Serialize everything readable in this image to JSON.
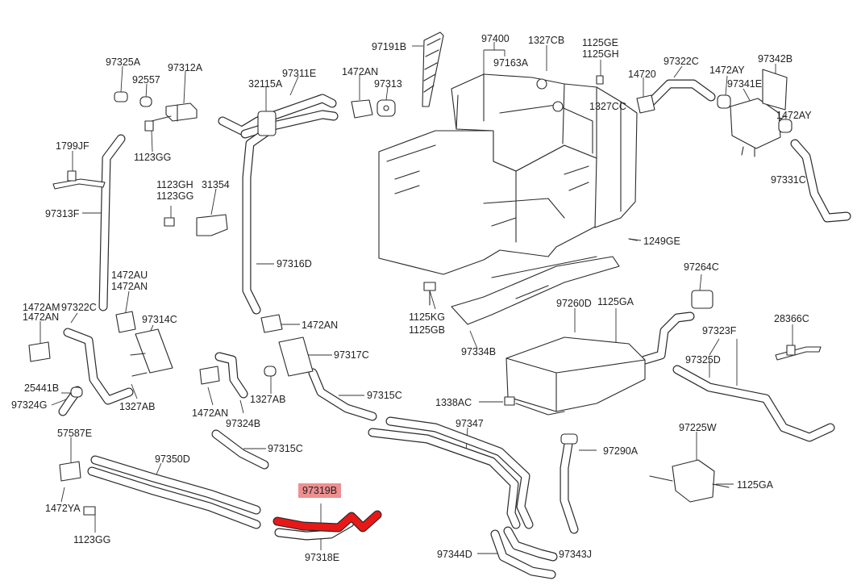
{
  "diagram": {
    "highlight_color": "#ef8f8f",
    "highlight_part_color": "#e81818",
    "labels": {
      "p97325A": "97325A",
      "p92557": "92557",
      "p97312A": "97312A",
      "p1123GG_a": "1123GG",
      "p32115A": "32115A",
      "p97311E": "97311E",
      "p1472AN_a": "1472AN",
      "p97313": "97313",
      "p97191B": "97191B",
      "p97400": "97400",
      "p97163A": "97163A",
      "p1327CB": "1327CB",
      "p1125GE": "1125GE",
      "p1125GH": "1125GH",
      "p1327CC": "1327CC",
      "p14720": "14720",
      "p97322C_a": "97322C",
      "p1472AY_a": "1472AY",
      "p97342B": "97342B",
      "p97341E": "97341E",
      "p1472AY_b": "1472AY",
      "p97331C": "97331C",
      "p1799JF": "1799JF",
      "p97313F": "97313F",
      "p1123GH": "1123GH",
      "p1123GG_b": "1123GG",
      "p31354": "31354",
      "p97316D": "97316D",
      "p1249GE": "1249GE",
      "p1472AU": "1472AU",
      "p1472AN_b": "1472AN",
      "p1472AM": "1472AM",
      "p97322C_b": "97322C",
      "p1472AN_c": "1472AN",
      "p97314C": "97314C",
      "p1472AN_d": "1472AN",
      "p1125KG": "1125KG",
      "p1125GB": "1125GB",
      "p97264C": "97264C",
      "p97260D": "97260D",
      "p1125GA_a": "1125GA",
      "p28366C": "28366C",
      "p97323F": "97323F",
      "p97325D": "97325D",
      "p97334B": "97334B",
      "p97317C": "97317C",
      "p25441B": "25441B",
      "p97324G": "97324G",
      "p1327AB_a": "1327AB",
      "p1327AB_b": "1327AB",
      "p1472AN_e": "1472AN",
      "p97324B": "97324B",
      "p97315C_a": "97315C",
      "p1338AC": "1338AC",
      "p97347": "97347",
      "p57587E": "57587E",
      "p97315C_b": "97315C",
      "p97225W": "97225W",
      "p97290A": "97290A",
      "p97350D": "97350D",
      "p1125GA_b": "1125GA",
      "p97319B": "97319B",
      "p1472YA": "1472YA",
      "p1123GG_c": "1123GG",
      "p97318E": "97318E",
      "p97344D": "97344D",
      "p97343J": "97343J"
    }
  }
}
